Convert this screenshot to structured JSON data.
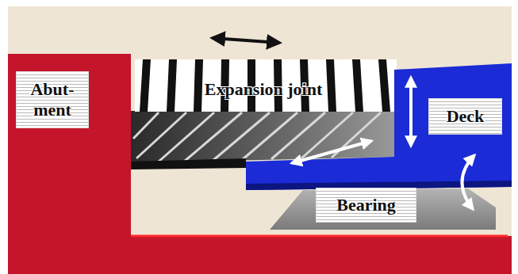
{
  "diagram": {
    "labels": [
      "Abut- ment",
      "Expansion joint",
      "Deck",
      "Bearing"
    ]
  }
}
